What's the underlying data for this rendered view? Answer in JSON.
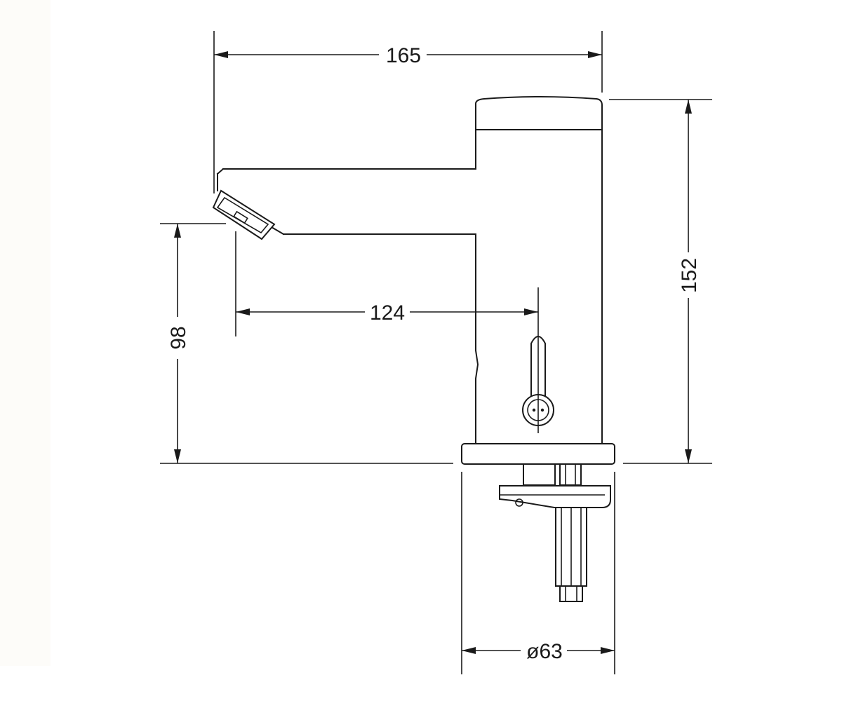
{
  "dimensions": {
    "overall_width": "165",
    "overall_height": "152",
    "spout_reach": "124",
    "spout_height": "98",
    "base_diameter": "ø63"
  },
  "colors": {
    "line": "#1a1a1a",
    "background": "#ffffff"
  }
}
